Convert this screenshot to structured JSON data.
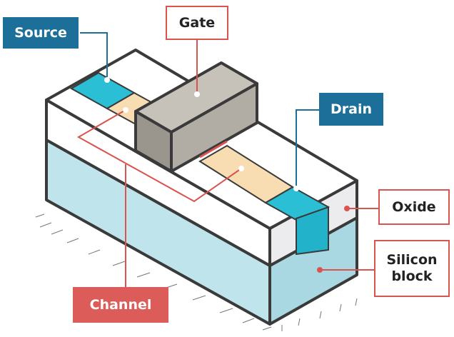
{
  "labels": {
    "source": "Source",
    "gate": "Gate",
    "drain": "Drain",
    "oxide": "Oxide",
    "silicon_block": "Silicon\nblock",
    "channel": "Channel"
  },
  "colors": {
    "source_drain": "#2bbfd6",
    "silicon": "#bfe4ec",
    "oxide": "#ffffff",
    "oxide_shade": "#ececef",
    "channel": "#f9ddb2",
    "gate": "#b1aca4",
    "gate_top": "#c6c2ba",
    "gate_side": "#9b968d",
    "outline": "#3a3a3a",
    "callout_blue": "#1c6f99",
    "callout_red": "#d9534f"
  }
}
